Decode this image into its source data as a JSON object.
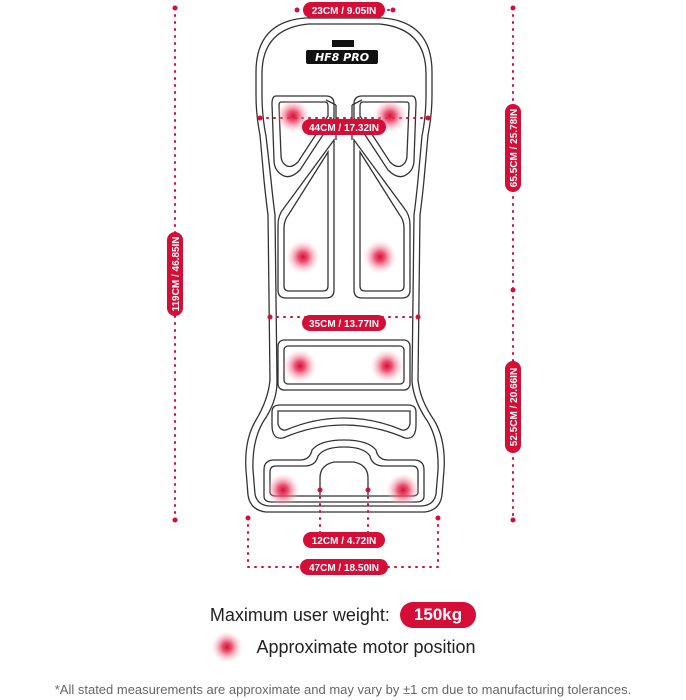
{
  "logo": {
    "text": "HF8 PRO"
  },
  "dimensions": {
    "top_width": "23CM / 9.05IN",
    "upper_width": "44CM / 17.32IN",
    "mid_width": "35CM / 13.77IN",
    "cutout_width": "12CM / 4.72IN",
    "bottom_width": "47CM / 18.50IN",
    "total_length": "119CM / 46.85IN",
    "upper_length": "65.5CM / 25.78IN",
    "lower_length": "52.5CM / 20.66IN"
  },
  "legend": {
    "weight_label": "Maximum user weight:",
    "weight_value": "150kg",
    "motor_label": "Approximate motor position"
  },
  "disclaimer": "*All stated measurements are approximate and may vary by ±1 cm due to manufacturing tolerances.",
  "colors": {
    "accent": "#d60d36",
    "outline": "#333333"
  }
}
